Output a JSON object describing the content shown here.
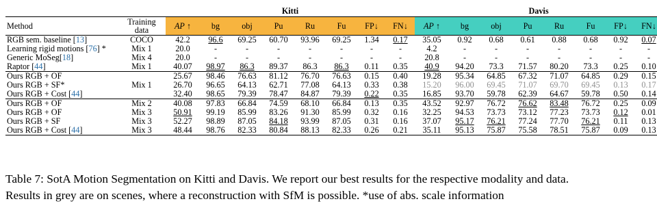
{
  "groups": {
    "kitti": "Kitti",
    "davis": "Davis"
  },
  "columns": {
    "method": "Method",
    "training_line1": "Training",
    "training_line2": "data",
    "ap": "AP",
    "up_arrow": "↑",
    "down_arrow": "↓",
    "bg": "bg",
    "obj": "obj",
    "pu": "Pu",
    "ru": "Ru",
    "fu": "Fu",
    "fp": "FP",
    "fn": "FN"
  },
  "rows": [
    {
      "method": "RGB sem. baseline [",
      "ref": "13",
      "after": "]",
      "train": "COCO",
      "vals": [
        "42.2",
        "96.6",
        "69.25",
        "60.70",
        "93.96",
        "69.25",
        "1.34",
        "0.17",
        "35.05",
        "0.92",
        "0.68",
        "0.61",
        "0.88",
        "0.68",
        "0.92",
        "0.07"
      ]
    },
    {
      "method": "Learning rigid motions [",
      "ref": "76",
      "after": "] *",
      "train": "Mix 1",
      "vals": [
        "20.0",
        "-",
        "-",
        "-",
        "-",
        "-",
        "-",
        "-",
        "4.2",
        "-",
        "-",
        "-",
        "-",
        "-",
        "-",
        "-"
      ]
    },
    {
      "method": "Generic MoSeg[",
      "ref": "18",
      "after": "]",
      "train": "Mix 4",
      "vals": [
        "20.0",
        "-",
        "-",
        "-",
        "-",
        "-",
        "-",
        "-",
        "20.8",
        "-",
        "-",
        "-",
        "-",
        "-",
        "-",
        "-"
      ]
    },
    {
      "method": "Raptor [",
      "ref": "44",
      "after": "]",
      "train": "Mix 1",
      "vals": [
        "40.07",
        "98.97",
        "86.3",
        "89.37",
        "86.3",
        "86.3",
        "0.11",
        "0.35",
        "40.9",
        "94.20",
        "73.3",
        "71.57",
        "80.20",
        "73.3",
        "0.25",
        "0.10"
      ]
    },
    {
      "method": "Ours RGB + OF",
      "ref": "",
      "after": "",
      "train": "",
      "vals": [
        "25.67",
        "98.46",
        "76.63",
        "81.12",
        "76.70",
        "76.63",
        "0.15",
        "0.40",
        "19.28",
        "95.34",
        "64.85",
        "67.32",
        "71.07",
        "64.85",
        "0.29",
        "0.15"
      ]
    },
    {
      "method": "Ours RGB + SF*",
      "ref": "",
      "after": "",
      "train": "Mix 1",
      "vals": [
        "26.70",
        "96.65",
        "64.13",
        "62.71",
        "77.08",
        "64.13",
        "0.33",
        "0.38",
        "15.20",
        "96.00",
        "69.45",
        "71.07",
        "69.70",
        "69.45",
        "0.13",
        "0.17"
      ]
    },
    {
      "method": "Ours RGB + Cost [",
      "ref": "44",
      "after": "]",
      "train": "",
      "vals": [
        "32.40",
        "98.65",
        "79.39",
        "78.47",
        "84.87",
        "79.39",
        "0.22",
        "0.35",
        "16.85",
        "93.70",
        "59.78",
        "62.39",
        "64.67",
        "59.78",
        "0.50",
        "0.14"
      ]
    },
    {
      "method": "Ours RGB + OF",
      "ref": "",
      "after": "",
      "train": "Mix 2",
      "vals": [
        "40.08",
        "97.83",
        "66.84",
        "74.59",
        "68.10",
        "66.84",
        "0.13",
        "0.35",
        "43.52",
        "92.97",
        "76.72",
        "76.62",
        "83.48",
        "76.72",
        "0.25",
        "0.09"
      ]
    },
    {
      "method": "Ours RGB + OF",
      "ref": "",
      "after": "",
      "train": "Mix 3",
      "vals": [
        "50.91",
        "99.19",
        "85.99",
        "83.26",
        "91.30",
        "85.99",
        "0.32",
        "0.16",
        "32.25",
        "94.53",
        "73.73",
        "73.12",
        "77.23",
        "73.73",
        "0.12",
        "0.01"
      ]
    },
    {
      "method": "Ours RGB + SF",
      "ref": "",
      "after": "",
      "train": "Mix 3",
      "vals": [
        "52.27",
        "98.89",
        "87.05",
        "84.18",
        "93.99",
        "87.05",
        "0.31",
        "0.16",
        "37.07",
        "95.17",
        "76.21",
        "77.24",
        "77.70",
        "76.21",
        "0.11",
        "0.13"
      ]
    },
    {
      "method": "Ours RGB + Cost [",
      "ref": "44",
      "after": "]",
      "train": "Mix 3",
      "vals": [
        "48.44",
        "98.76",
        "82.33",
        "80.84",
        "88.13",
        "82.33",
        "0.26",
        "0.21",
        "35.11",
        "95.13",
        "75.87",
        "75.58",
        "78.51",
        "75.87",
        "0.09",
        "0.13"
      ]
    }
  ],
  "caption": {
    "line1": "Table 7: SotA Motion Segmentation on Kitti and Davis. We report our best results for the respective modality and data.",
    "line2": "Results in grey are on scenes, where a reconstruction with SfM is possible. *use of abs. scale information"
  }
}
